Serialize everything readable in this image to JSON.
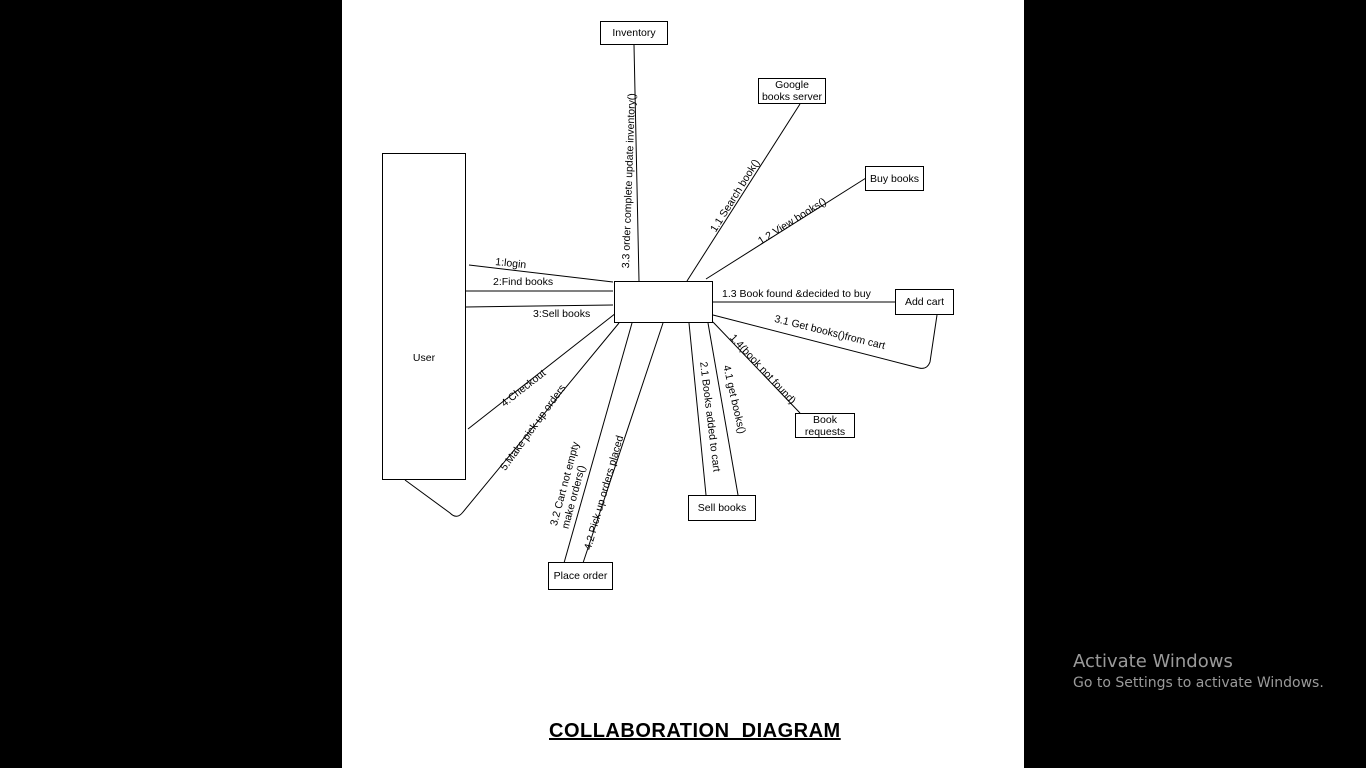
{
  "diagram": {
    "title": "COLLABORATION  DIAGRAM",
    "actor": {
      "label": "User"
    },
    "objects": {
      "center": "",
      "inventory": "Inventory",
      "google_books_server": "Google\nbooks server",
      "buy_books": "Buy books",
      "add_cart": "Add cart",
      "book_requests": "Book\nrequests",
      "sell_books": "Sell books",
      "place_order": "Place order"
    },
    "messages": {
      "login": "1:login",
      "find_books": "2:Find books",
      "sell_books": "3:Sell books",
      "checkout": "4:Checkout",
      "pick_up_orders": "5.Make pick up orders",
      "search_book": "1.1 Search book()",
      "view_books": "1.2 View books()",
      "book_found": "1.3 Book found &decided to buy",
      "book_not_found": "1.4(book not found)",
      "books_added": "2.1 Books added to cart",
      "order_complete": "3.3 order complete update inventory()",
      "get_books_from_cart": "3.1 Get books()from cart",
      "cart_not_empty": "3.2 Cart not empty\nmake orders()",
      "get_books": "4.1 get books()",
      "pick_up_placed": "4.2 Pick up orders placed"
    }
  },
  "watermark": {
    "title": "Activate Windows",
    "subtitle": "Go to Settings to activate Windows."
  }
}
